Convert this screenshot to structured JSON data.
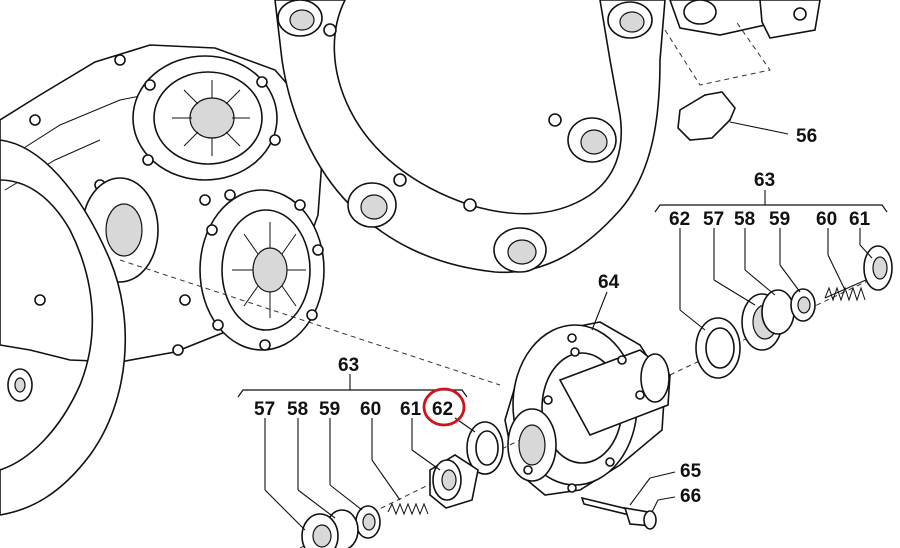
{
  "callouts": {
    "p56": "56",
    "p63_right": "63",
    "p62_right": "62",
    "p57_right": "57",
    "p58_right": "58",
    "p59_right": "59",
    "p60_right": "60",
    "p61_right": "61",
    "p64": "64",
    "p63_left": "63",
    "p57_left": "57",
    "p58_left": "58",
    "p59_left": "59",
    "p60_left": "60",
    "p61_left": "61",
    "p62_left": "62",
    "p65": "65",
    "p66": "66"
  },
  "highlight": {
    "target": "62",
    "color": "#d0121b"
  }
}
